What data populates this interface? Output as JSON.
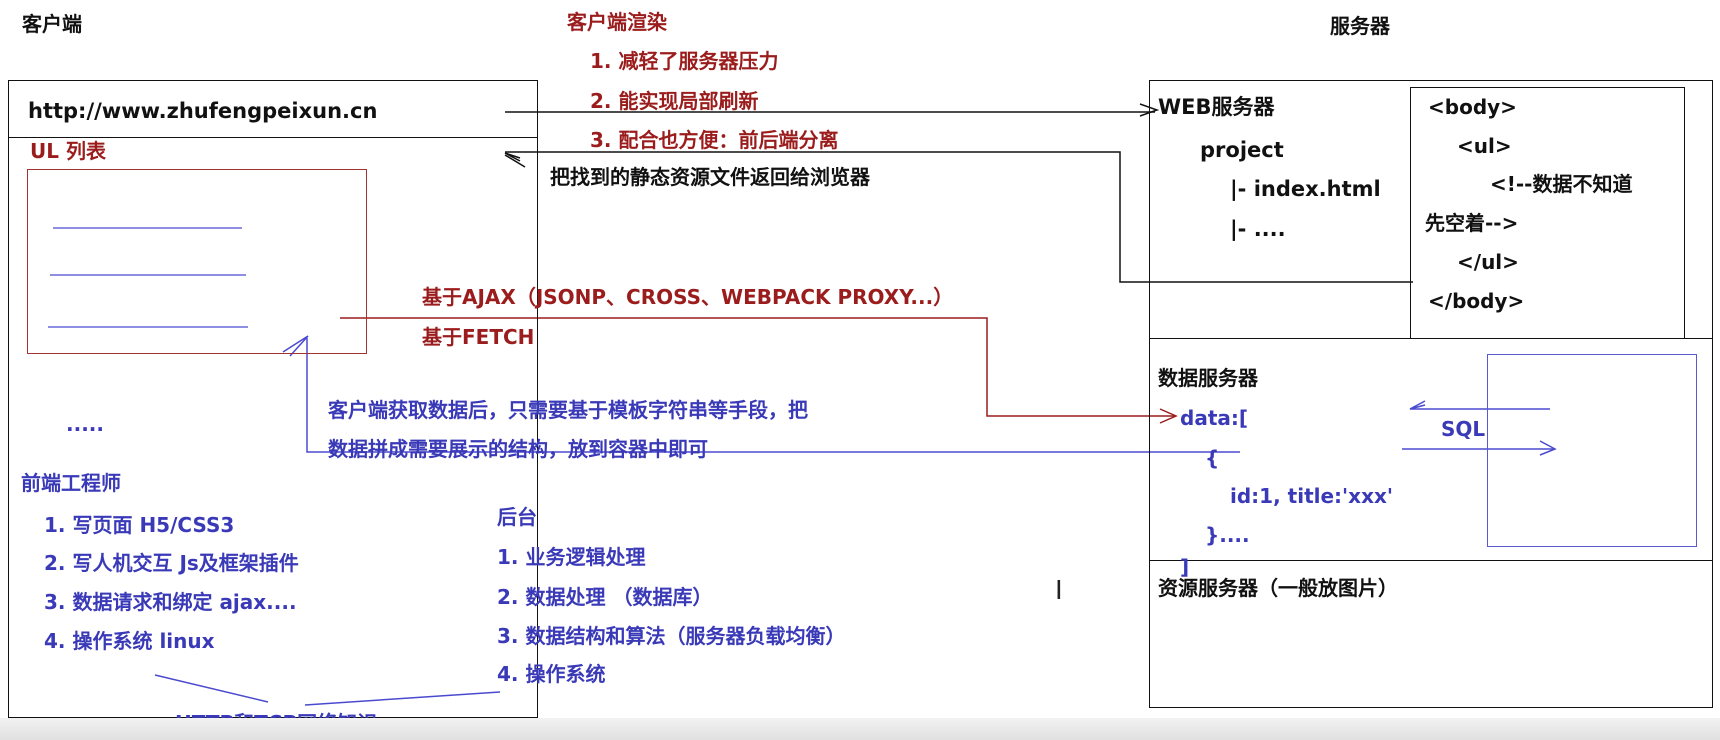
{
  "colors": {
    "black": "#111111",
    "red": "#9b1c1c",
    "blue": "#3a3ab8",
    "ul_box": "#a33333",
    "sql_box": "#5a5ad0"
  },
  "client": {
    "title": "客户端",
    "url": "http://www.zhufengpeixun.cn",
    "ul_label": "UL 列表",
    "ellipsis": ".....",
    "frontend": {
      "title": "前端工程师",
      "items": [
        "1. 写页面 H5/CSS3",
        "2. 写人机交互  Js及框架插件",
        "3. 数据请求和绑定 ajax....",
        "4. 操作系统 linux"
      ]
    }
  },
  "render": {
    "title": "客户端渲染",
    "items": [
      "1. 减轻了服务器压力",
      "2. 能实现局部刷新",
      "3. 配合也方便：前后端分离"
    ]
  },
  "return_note": "把找到的静态资源文件返回给浏览器",
  "ajax": {
    "line1": "基于AJAX（JSONP、CROSS、WEBPACK PROXY...）",
    "line2": "基于FETCH"
  },
  "template_note": {
    "line1": "客户端获取数据后，只需要基于模板字符串等手段，把",
    "line2": "数据拼成需要展示的结构，放到容器中即可"
  },
  "backend": {
    "title": "后台",
    "items": [
      "1. 业务逻辑处理",
      "2. 数据处理 （数据库）",
      "3. 数据结构和算法（服务器负载均衡）",
      "4. 操作系统"
    ]
  },
  "network": "HTTP和TCP网络知识",
  "server": {
    "title": "服务器",
    "web": {
      "title": "WEB服务器",
      "project": "project",
      "files": [
        "|- index.html",
        "|- ...."
      ]
    },
    "html": [
      "<body>",
      "<ul>",
      "<!--数据不知道",
      "先空着-->",
      "</ul>",
      "</body>"
    ],
    "data": {
      "title": "数据服务器",
      "lines": [
        "data:[",
        "{",
        "id:1, title:'xxx'",
        "}...."
      ],
      "bracket": "]",
      "sql": "SQL"
    },
    "resource": "资源服务器（一般放图片）"
  }
}
